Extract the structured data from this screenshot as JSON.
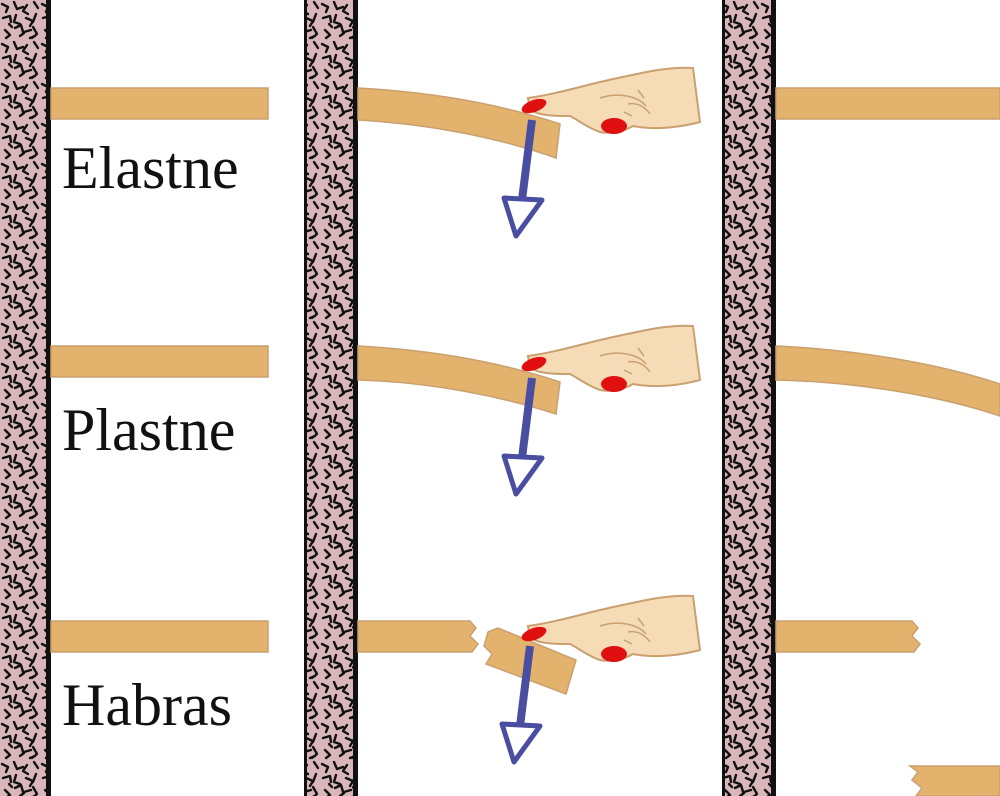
{
  "rows": [
    {
      "label": "Elastne"
    },
    {
      "label": "Plastne"
    },
    {
      "label": "Habras"
    }
  ],
  "colors": {
    "wall_fill": "#d9b6b9",
    "wall_pattern": "#111111",
    "wall_edge": "#111111",
    "beam": "#e3b26c",
    "beam_stroke": "#c9a070",
    "arrow": "#4a4ea0",
    "hand_skin": "#f6dcb6",
    "hand_outline": "#c9a070",
    "nail": "#e01010"
  },
  "icons": {
    "hand": "pointing-hand-icon",
    "force": "force-arrow-icon"
  }
}
